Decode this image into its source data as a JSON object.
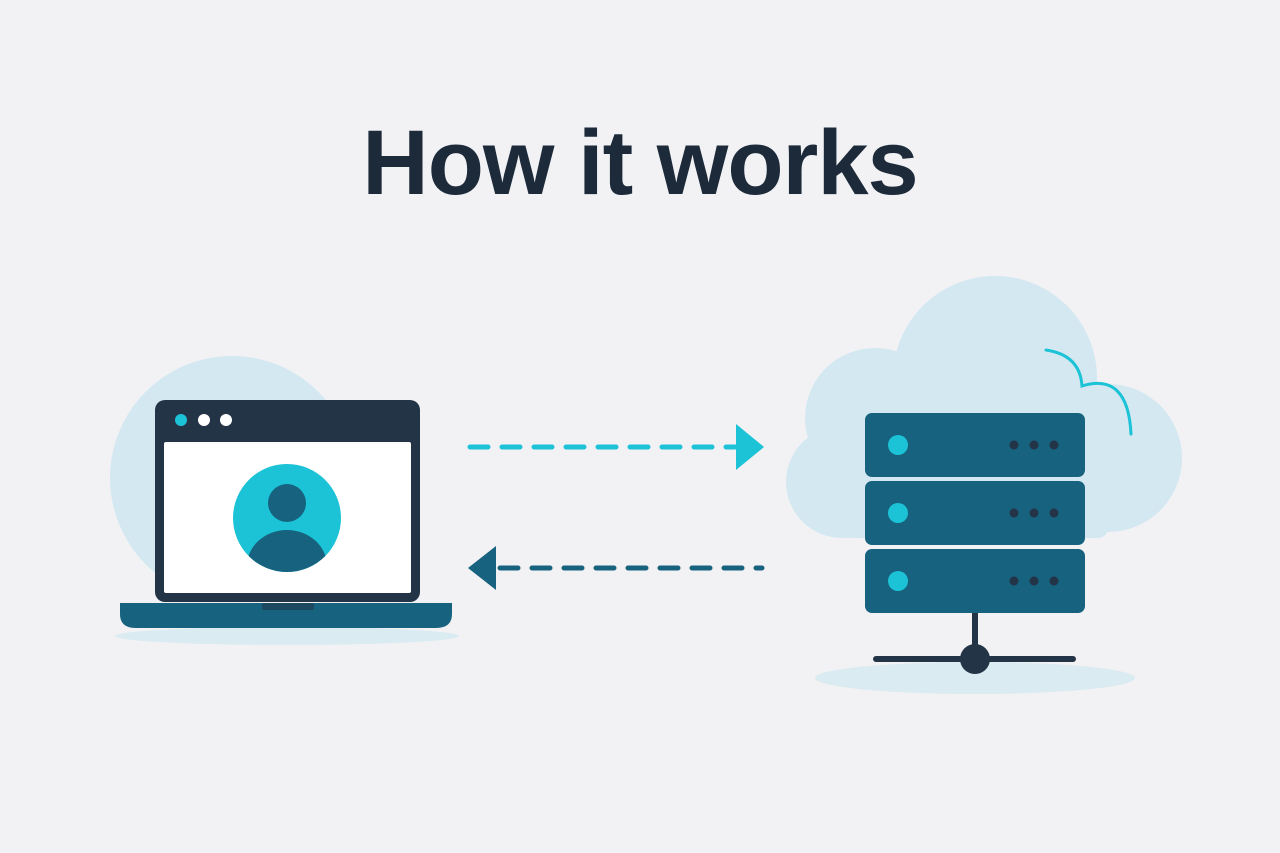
{
  "header": {
    "title": "How it works"
  },
  "colors": {
    "background": "#f2f2f4",
    "title": "#1c2a3a",
    "dark_navy": "#243447",
    "deep_blue": "#16627f",
    "cyan": "#1cc3d6",
    "light_blue": "#d3e8f1",
    "screen_white": "#ffffff"
  },
  "diagram": {
    "client": {
      "icons": [
        "laptop-icon",
        "browser-window-icon",
        "user-avatar-icon"
      ],
      "window_dots": 3
    },
    "server": {
      "icons": [
        "server-rack-icon",
        "cloud-icon",
        "network-node-icon"
      ],
      "units": 3
    },
    "flows": [
      {
        "direction": "client-to-server",
        "style": "dashed",
        "icon": "arrow-right-icon"
      },
      {
        "direction": "server-to-client",
        "style": "dashed",
        "icon": "arrow-left-icon"
      }
    ]
  }
}
